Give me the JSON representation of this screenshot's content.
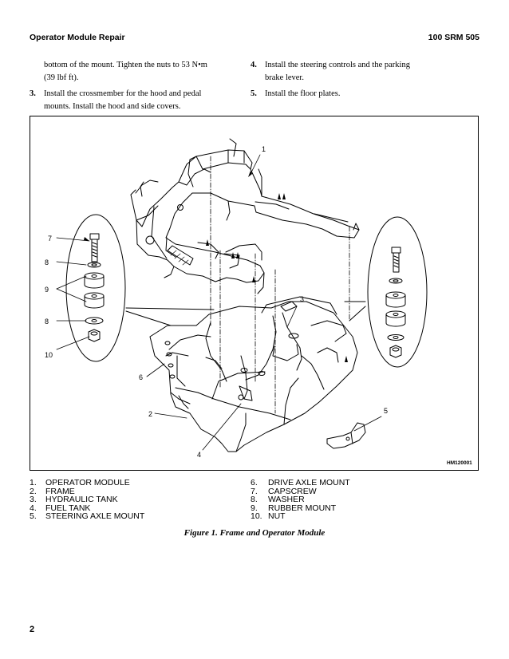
{
  "header": {
    "section_title": "Operator Module Repair",
    "manual_code": "100 SRM 505"
  },
  "steps": {
    "continuation": {
      "line1": "bottom of the mount. Tighten the nuts to 53 N•m",
      "line2": "(39 lbf ft)."
    },
    "step3": {
      "number": "3.",
      "line1": "Install the crossmember for the hood and pedal",
      "line2": "mounts. Install the hood and side covers."
    },
    "step4": {
      "number": "4.",
      "line1": "Install the steering controls and the parking",
      "line2": "brake lever."
    },
    "step5": {
      "number": "5.",
      "line1": "Install the floor plates."
    }
  },
  "figure": {
    "callouts": [
      "1",
      "2",
      "3",
      "4",
      "5",
      "6",
      "7",
      "8",
      "9",
      "8",
      "10"
    ],
    "drawing_code": "HM120001",
    "caption": "Figure 1. Frame and Operator Module"
  },
  "legend": [
    {
      "num": "1.",
      "text": "OPERATOR MODULE"
    },
    {
      "num": "2.",
      "text": "FRAME"
    },
    {
      "num": "3.",
      "text": "HYDRAULIC TANK"
    },
    {
      "num": "4.",
      "text": "FUEL TANK"
    },
    {
      "num": "5.",
      "text": "STEERING AXLE MOUNT"
    },
    {
      "num": "6.",
      "text": "DRIVE AXLE MOUNT"
    },
    {
      "num": "7.",
      "text": "CAPSCREW"
    },
    {
      "num": "8.",
      "text": "WASHER"
    },
    {
      "num": "9.",
      "text": "RUBBER MOUNT"
    },
    {
      "num": "10.",
      "text": "NUT"
    }
  ],
  "footer": {
    "page_number": "2"
  }
}
